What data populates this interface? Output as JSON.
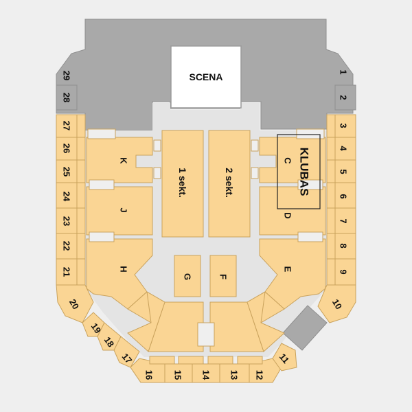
{
  "stage_label": "SCENA",
  "klubas_label": "KLUBAS",
  "floor_sections": {
    "s1": "1 sekt.",
    "s2": "2 sekt.",
    "g": "G",
    "f": "F"
  },
  "lower_sections": {
    "k": "K",
    "j": "J",
    "h": "H",
    "c": "C",
    "d": "D",
    "e": "E"
  },
  "side_numbers": [
    "1",
    "2",
    "3",
    "4",
    "5",
    "6",
    "7",
    "8",
    "9",
    "10",
    "11",
    "12",
    "13",
    "14",
    "15",
    "16",
    "17",
    "18",
    "19",
    "20",
    "21",
    "22",
    "23",
    "24",
    "25",
    "26",
    "27",
    "28",
    "29"
  ],
  "colors": {
    "seat": "#fad594",
    "seat_stroke": "#c9a25c",
    "unavailable": "#a9a9a9",
    "background": "#efefef",
    "stage": "#ffffff"
  }
}
